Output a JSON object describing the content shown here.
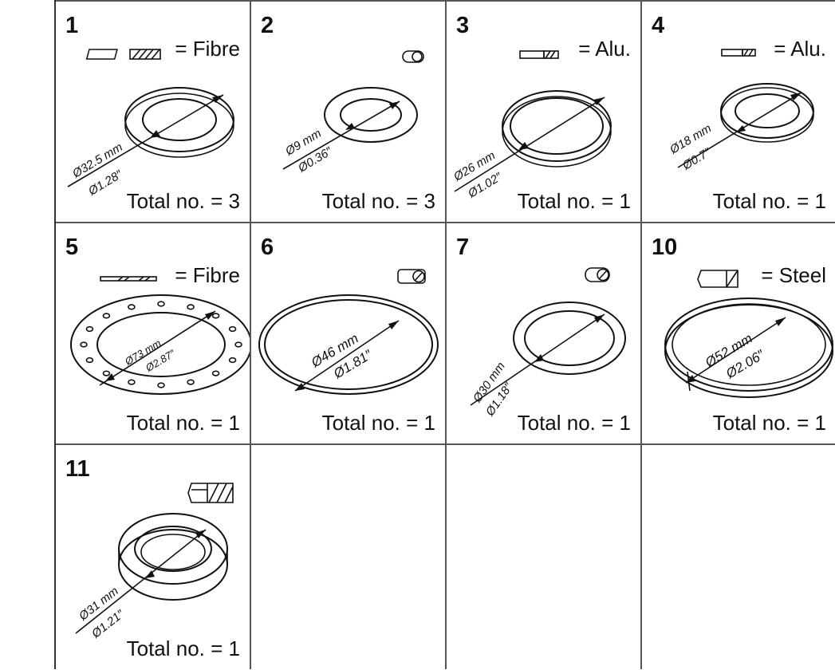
{
  "parts": [
    {
      "number": "1",
      "material": "= Fibre",
      "dim_mm": "Ø32.5 mm",
      "dim_in": "Ø1.28″",
      "total": "Total no. = 3"
    },
    {
      "number": "2",
      "material": "",
      "dim_mm": "Ø9 mm",
      "dim_in": "Ø0.36″",
      "total": "Total no. = 3"
    },
    {
      "number": "3",
      "material": "= Alu.",
      "dim_mm": "Ø26 mm",
      "dim_in": "Ø1.02″",
      "total": "Total no. = 1"
    },
    {
      "number": "4",
      "material": "= Alu.",
      "dim_mm": "Ø18 mm",
      "dim_in": "Ø0.7″",
      "total": "Total no. = 1"
    },
    {
      "number": "5",
      "material": "= Fibre",
      "dim_mm": "Ø73 mm",
      "dim_in": "Ø2.87″",
      "total": "Total no. = 1"
    },
    {
      "number": "6",
      "material": "",
      "dim_mm": "Ø46 mm",
      "dim_in": "Ø1.81″",
      "total": "Total no. = 1"
    },
    {
      "number": "7",
      "material": "",
      "dim_mm": "Ø30 mm",
      "dim_in": "Ø1.18″",
      "total": "Total no. = 1"
    },
    {
      "number": "10",
      "material": "= Steel",
      "dim_mm": "Ø52 mm",
      "dim_in": "Ø2.06″",
      "total": "Total no. = 1"
    },
    {
      "number": "11",
      "material": "",
      "dim_mm": "Ø31 mm",
      "dim_in": "Ø1.21″",
      "total": "Total no. = 1"
    }
  ]
}
